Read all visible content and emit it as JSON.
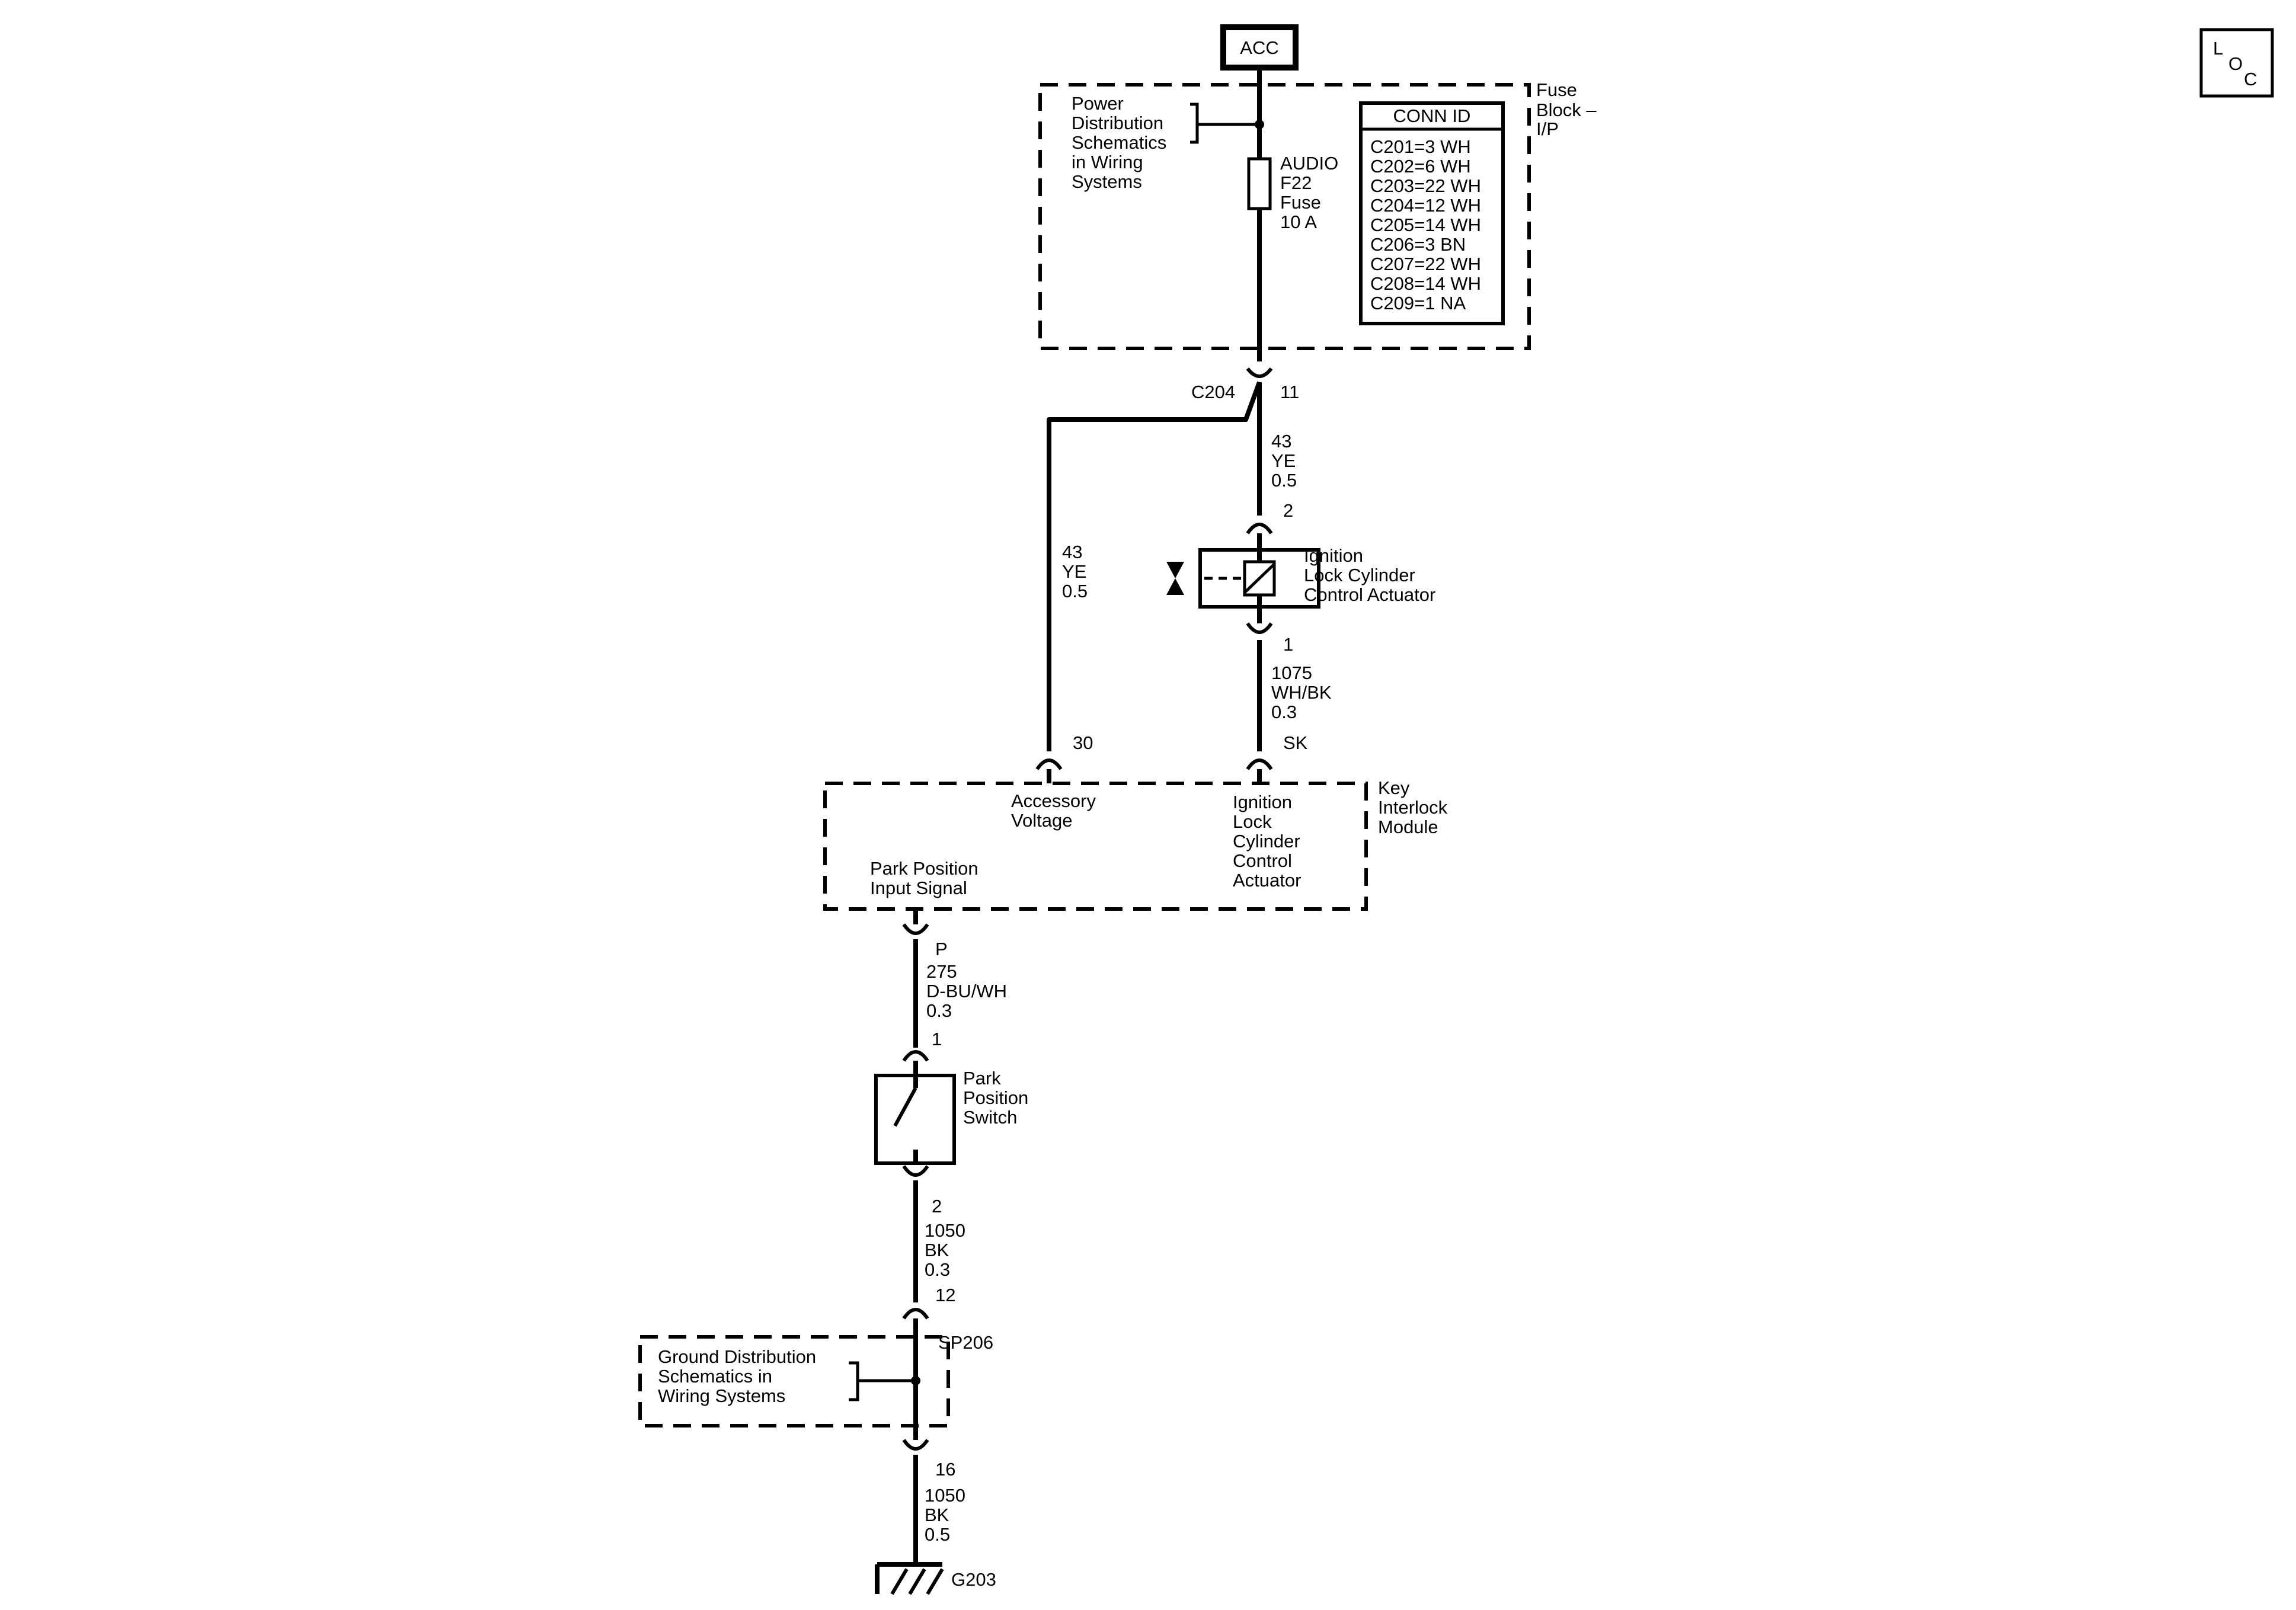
{
  "power": {
    "label": "ACC"
  },
  "locator": {
    "l": "L",
    "o": "O",
    "c": "C"
  },
  "fuse_block": {
    "name": [
      "Fuse",
      "Block –",
      "I/P"
    ],
    "power_ref": [
      "Power",
      "Distribution",
      "Schematics",
      "in Wiring",
      "Systems"
    ],
    "fuse": [
      "AUDIO",
      "F22",
      "Fuse",
      "10 A"
    ],
    "conn_id": {
      "header": "CONN ID",
      "rows": [
        "C201=3 WH",
        "C202=6 WH",
        "C203=22 WH",
        "C204=12 WH",
        "C205=14 WH",
        "C206=3 BN",
        "C207=22 WH",
        "C208=14 WH",
        "C209=1 NA"
      ]
    }
  },
  "c204": {
    "connector": "C204",
    "pin": "11"
  },
  "wires": {
    "upper_right": [
      "43",
      "YE",
      "0.5"
    ],
    "left": [
      "43",
      "YE",
      "0.5"
    ],
    "actuator_out": [
      "1075",
      "WH/BK",
      "0.3"
    ],
    "park_in": [
      "275",
      "D-BU/WH",
      "0.3"
    ],
    "switch_out": [
      "1050",
      "BK",
      "0.3"
    ],
    "ground": [
      "1050",
      "BK",
      "0.5"
    ]
  },
  "actuator": {
    "pin_top": "2",
    "pin_bottom": "1",
    "name": [
      "Ignition",
      "Lock Cylinder",
      "Control Actuator"
    ]
  },
  "module": {
    "name": [
      "Key",
      "Interlock",
      "Module"
    ],
    "pin_acc": "30",
    "pin_sk": "SK",
    "pin_p": "P",
    "acc_label": [
      "Accessory",
      "Voltage"
    ],
    "actuator_label": [
      "Ignition",
      "Lock",
      "Cylinder",
      "Control",
      "Actuator"
    ],
    "park_label": [
      "Park Position",
      "Input Signal"
    ]
  },
  "switch": {
    "pin_top": "1",
    "pin_bottom": "2",
    "name": [
      "Park",
      "Position",
      "Switch"
    ]
  },
  "splice": {
    "name": "SP206",
    "pin_top": "12",
    "pin_bottom": "16",
    "ground_ref": [
      "Ground Distribution",
      "Schematics in",
      "Wiring Systems"
    ]
  },
  "ground": {
    "name": "G203"
  }
}
